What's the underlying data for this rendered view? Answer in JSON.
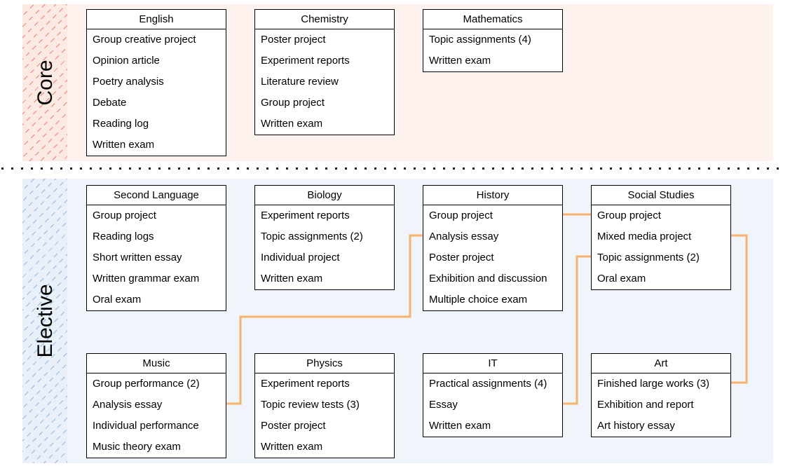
{
  "colors": {
    "core_band": "#fdf2ee",
    "core_strip": "#fbe9e3",
    "core_hatch": "#ee9a8a",
    "elective_band": "#f0f5fb",
    "elective_strip": "#e9f0f9",
    "elective_hatch": "#a5c3e6",
    "connector": "#f7b26e",
    "box_border": "#000000",
    "box_fill": "#ffffff",
    "text": "#000000",
    "divider_dot": "#222222"
  },
  "sections": [
    {
      "label": "Core",
      "rows": [
        {
          "boxes": [
            {
              "title": "English",
              "items": [
                "Group creative project",
                "Opinion article",
                "Poetry analysis",
                "Debate",
                "Reading log",
                "Written exam"
              ]
            },
            {
              "title": "Chemistry",
              "items": [
                "Poster project",
                "Experiment reports",
                "Literature review",
                "Group project",
                "Written exam"
              ]
            },
            {
              "title": "Mathematics",
              "items": [
                "Topic assignments (4)",
                "Written exam"
              ]
            }
          ]
        }
      ]
    },
    {
      "label": "Elective",
      "rows": [
        {
          "boxes": [
            {
              "title": "Second Language",
              "items": [
                "Group project",
                "Reading logs",
                "Short written essay",
                "Written grammar exam",
                "Oral exam"
              ]
            },
            {
              "title": "Biology",
              "items": [
                "Experiment reports",
                "Topic assignments (2)",
                "Individual project",
                "Written exam"
              ]
            },
            {
              "title": "History",
              "items": [
                "Group project",
                "Analysis essay",
                "Poster project",
                "Exhibition and discussion",
                "Multiple choice exam"
              ]
            },
            {
              "title": "Social Studies",
              "items": [
                "Group project",
                "Mixed media project",
                "Topic assignments (2)",
                "Oral exam"
              ]
            }
          ]
        },
        {
          "boxes": [
            {
              "title": "Music",
              "items": [
                "Group performance (2)",
                "Analysis essay",
                "Individual performance",
                "Music theory exam"
              ]
            },
            {
              "title": "Physics",
              "items": [
                "Experiment reports",
                "Topic review tests (3)",
                "Poster project",
                "Written exam"
              ]
            },
            {
              "title": "IT",
              "items": [
                "Practical assignments (4)",
                "Essay",
                "Written exam"
              ]
            },
            {
              "title": "Art",
              "items": [
                "Finished large works (3)",
                "Exhibition and report",
                "Art history essay"
              ]
            }
          ]
        }
      ]
    }
  ],
  "connections": [
    {
      "from_subject": "History",
      "from_item": "Group project",
      "to_subject": "Social Studies",
      "to_item": "Group project"
    },
    {
      "from_subject": "Music",
      "from_item": "Analysis essay",
      "to_subject": "History",
      "to_item": "Analysis essay"
    },
    {
      "from_subject": "Social Studies",
      "from_item": "Topic assignments (2)",
      "to_subject": "IT",
      "to_item": "Essay"
    },
    {
      "from_subject": "Social Studies",
      "from_item": "Mixed media project",
      "to_subject": "Art",
      "to_item": "Finished large works (3)"
    }
  ]
}
